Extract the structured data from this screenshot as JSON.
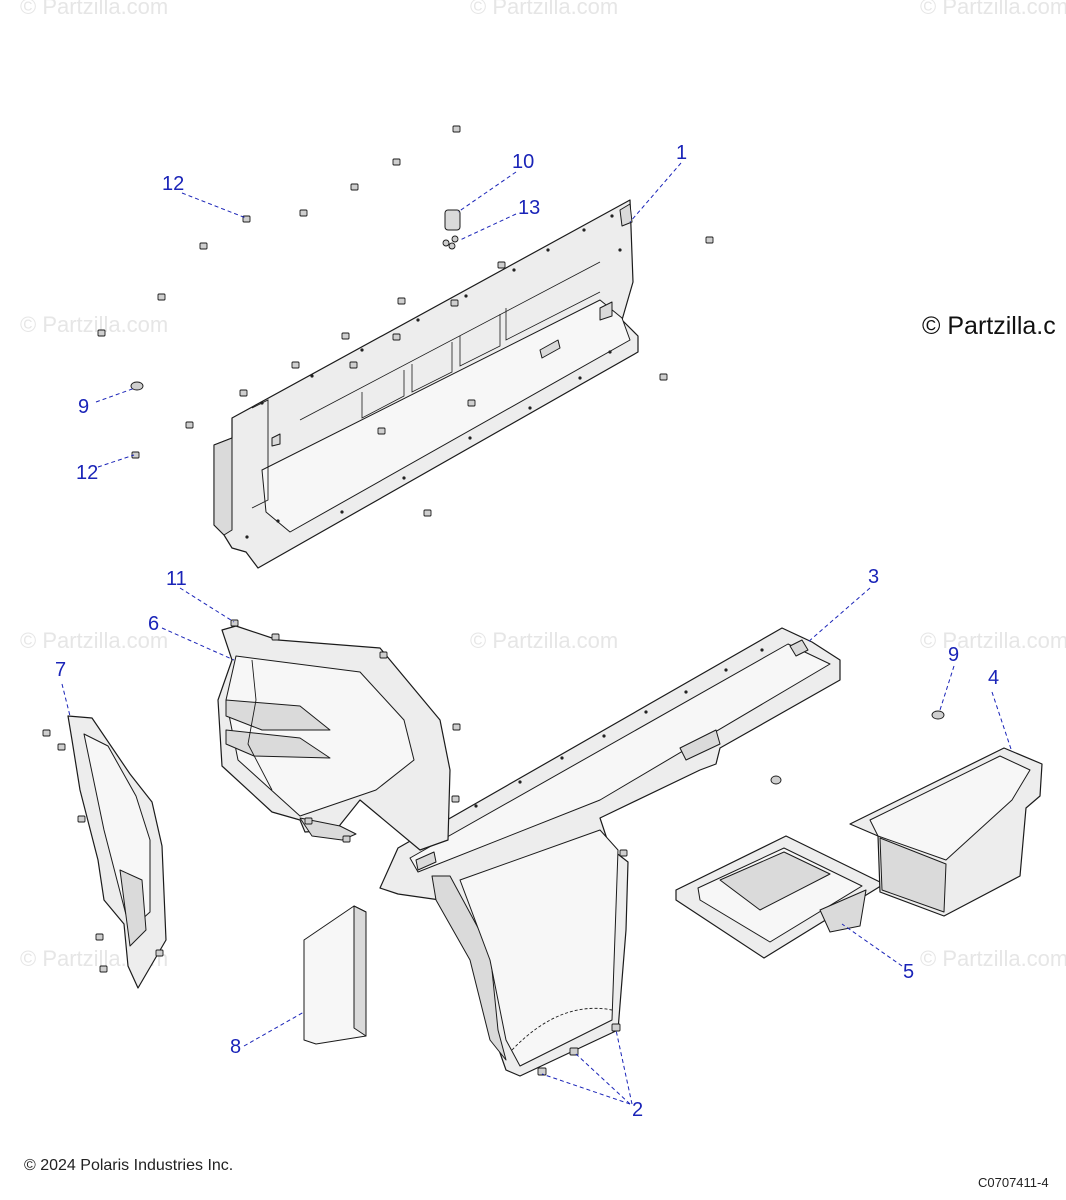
{
  "watermark": "© Partzilla.com",
  "brand_mark": "© Partzilla.c",
  "copyright": "© 2024 Polaris Industries Inc.",
  "diagram_code": "C0707411-4",
  "callouts": {
    "c1": "1",
    "c2": "2",
    "c3": "3",
    "c4": "4",
    "c5": "5",
    "c6": "6",
    "c7": "7",
    "c8": "8",
    "c9a": "9",
    "c9b": "9",
    "c10": "10",
    "c11": "11",
    "c12a": "12",
    "c12b": "12",
    "c13": "13"
  }
}
